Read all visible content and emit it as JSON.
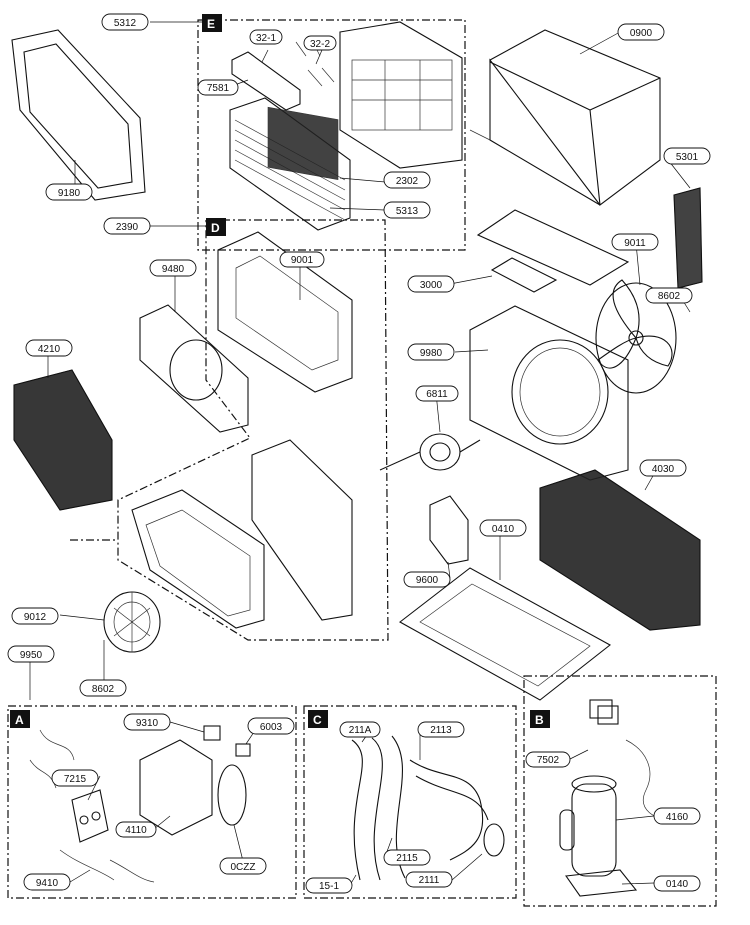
{
  "diagram": {
    "sections": [
      {
        "id": "A",
        "label": "A"
      },
      {
        "id": "B",
        "label": "B"
      },
      {
        "id": "C",
        "label": "C"
      },
      {
        "id": "D",
        "label": "D"
      },
      {
        "id": "E",
        "label": "E"
      }
    ],
    "parts": [
      "5312",
      "32-1",
      "32-2",
      "7581",
      "2302",
      "5313",
      "9180",
      "0900",
      "5301",
      "2390",
      "9001",
      "9480",
      "3000",
      "9011",
      "8602",
      "4210",
      "9980",
      "6811",
      "4030",
      "0410",
      "9600",
      "9012",
      "9950",
      "8602",
      "9310",
      "6003",
      "7215",
      "4110",
      "0CZZ",
      "9410",
      "211A",
      "2113",
      "2115",
      "15-1",
      "2111",
      "7502",
      "4160",
      "0140"
    ]
  }
}
